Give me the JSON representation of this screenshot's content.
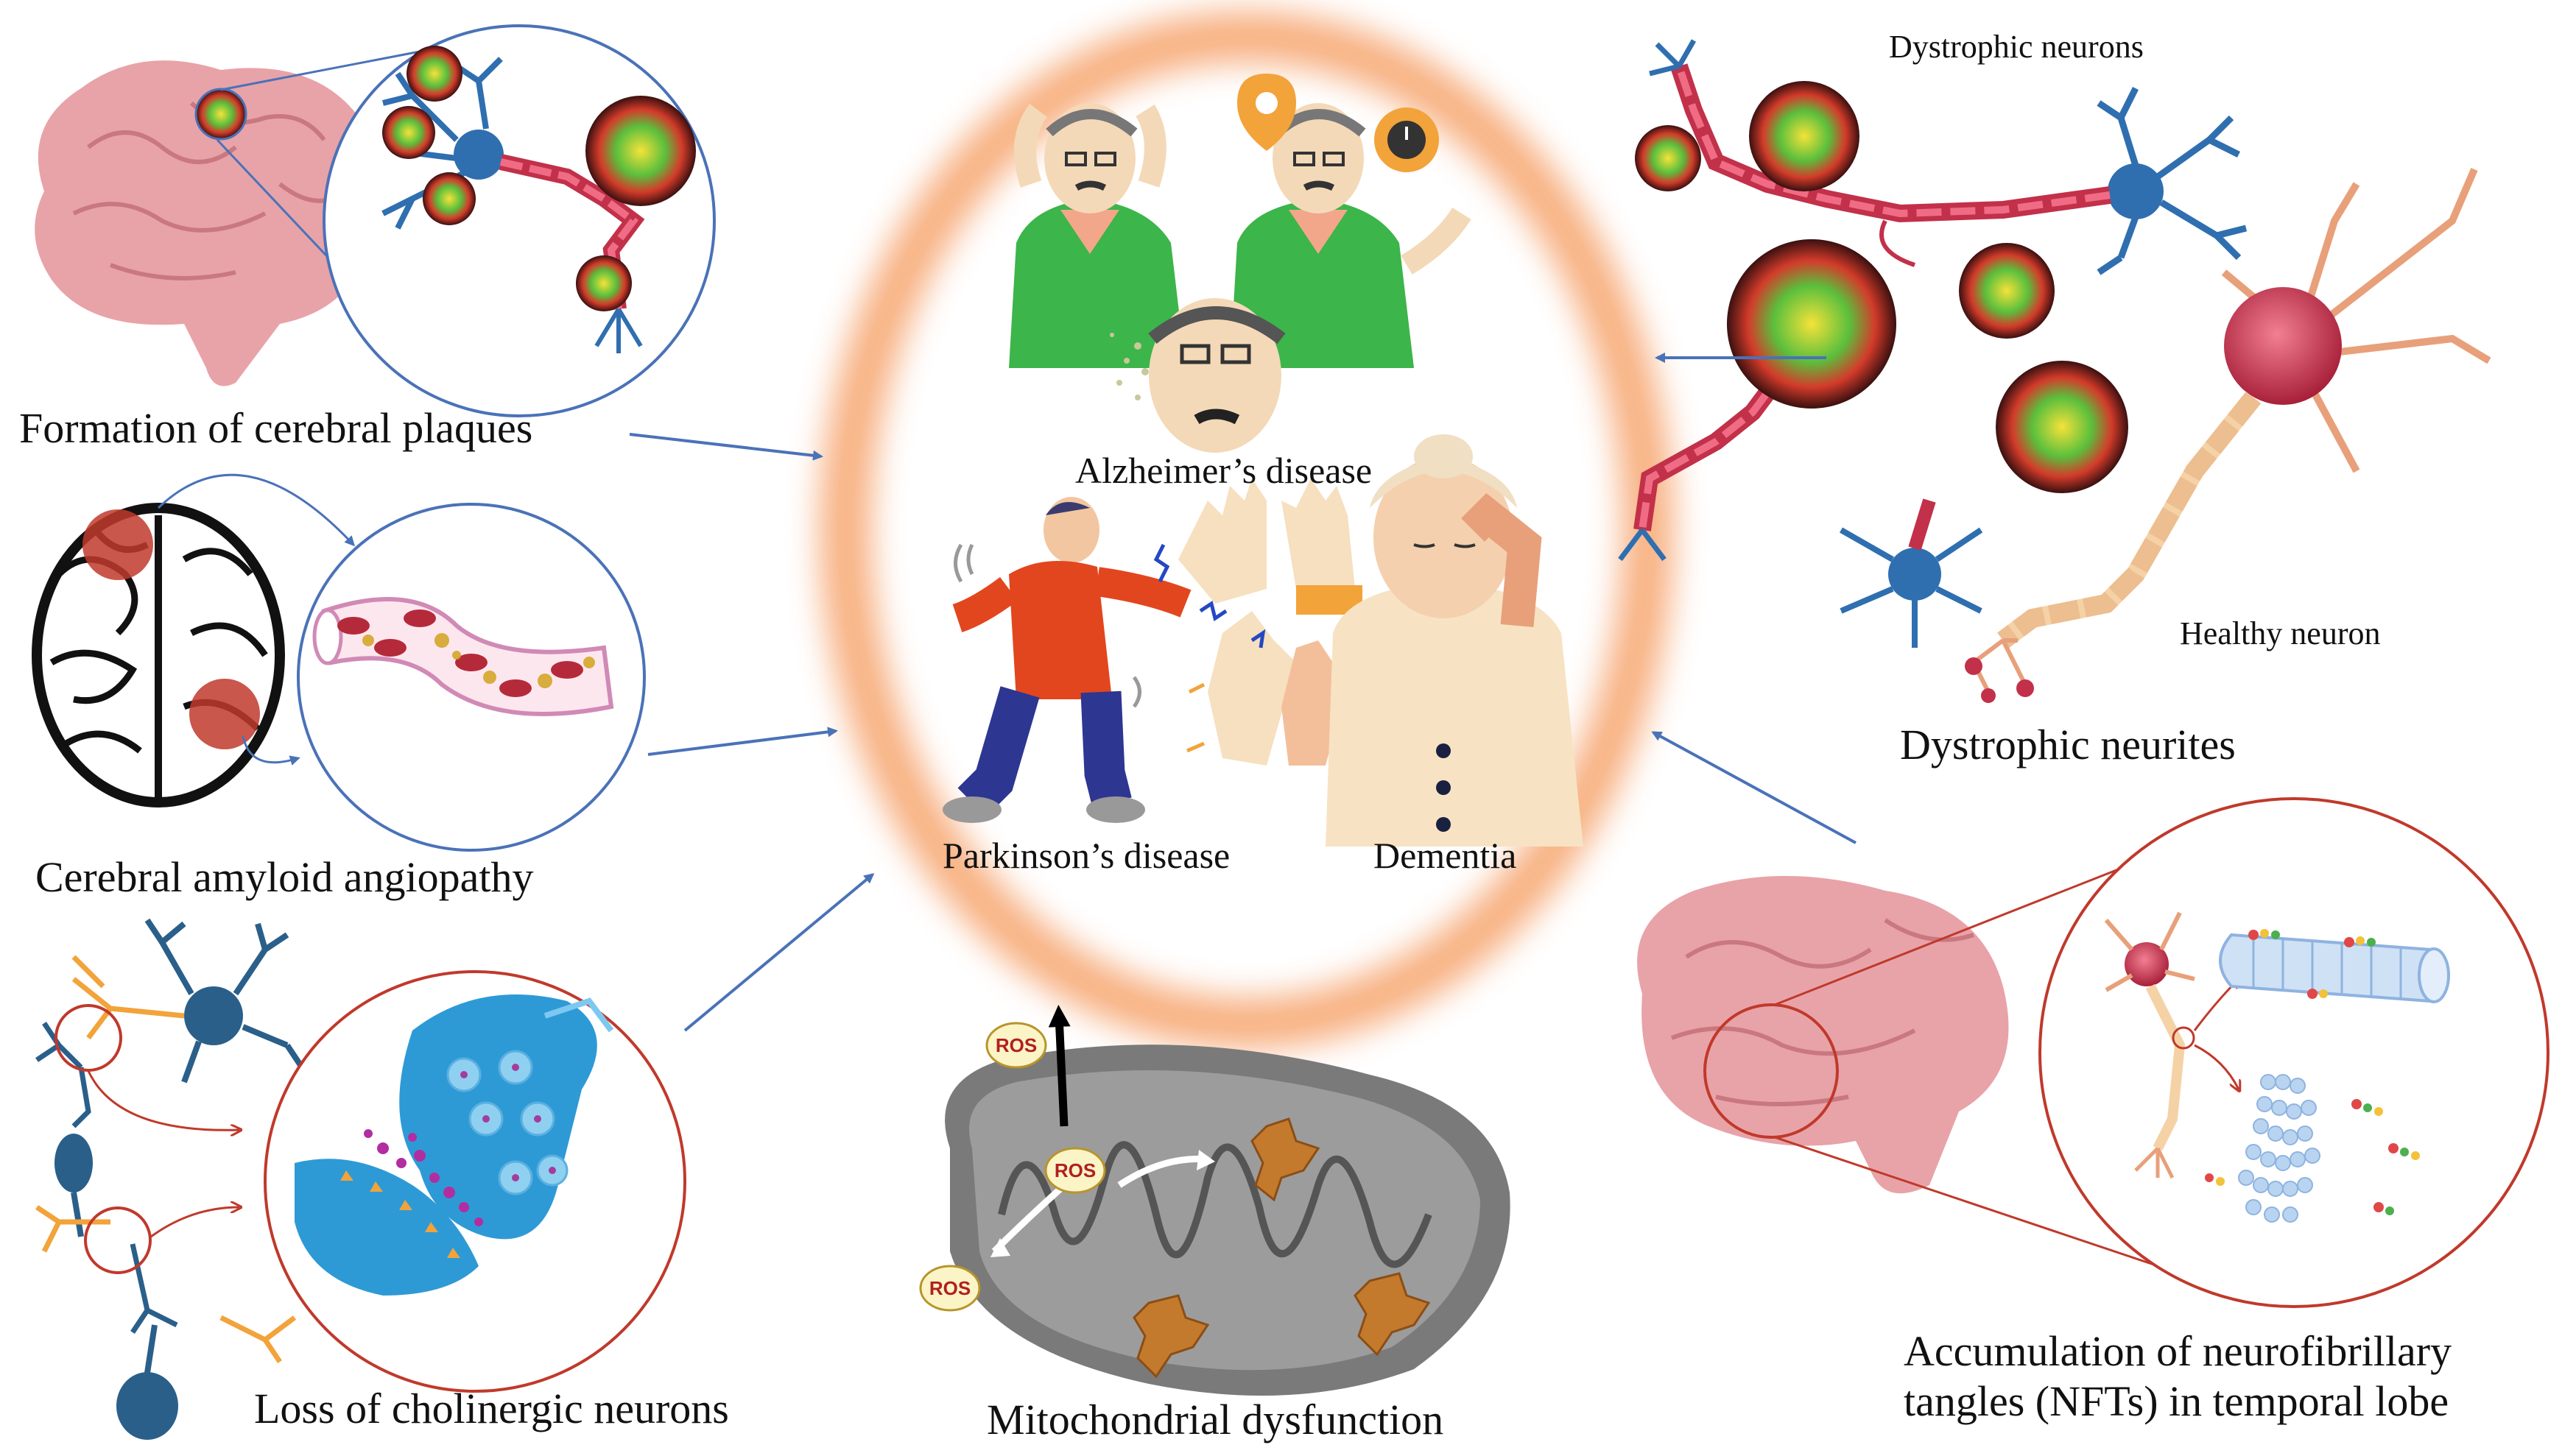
{
  "labels": {
    "plaques": "Formation of cerebral plaques",
    "angiopathy": "Cerebral amyloid angiopathy",
    "cholinergic": "Loss of cholinergic neurons",
    "mitochondrial": "Mitochondrial dysfunction",
    "alzheimers": "Alzheimer’s  disease",
    "parkinsons": "Parkinson’s disease",
    "dementia": "Dementia",
    "dystrophic_neurons": "Dystrophic neurons",
    "healthy_neuron": "Healthy  neuron",
    "dystrophic_neurites": "Dystrophic neurites",
    "nfts": "Accumulation of neurofibrillary tangles (NFTs) in temporal lobe"
  },
  "ros": {
    "top": "ROS",
    "center": "ROS",
    "left": "ROS"
  },
  "colors": {
    "arrow": "#4a72b8",
    "glow": "#f6a36c",
    "brain": "#e8a3a8",
    "plaque": "#c0392b",
    "neuron_blue": "#2f6fb0",
    "neuron_red": "#c2304a",
    "mito": "#7a7a7a"
  },
  "icons": [
    "brain-icon",
    "neuron-icon",
    "plaque-icon",
    "blood-vessel-icon",
    "synapse-icon",
    "mitochondrion-icon",
    "microtubule-icon",
    "elderly-person-icon",
    "hand-tremor-icon"
  ]
}
